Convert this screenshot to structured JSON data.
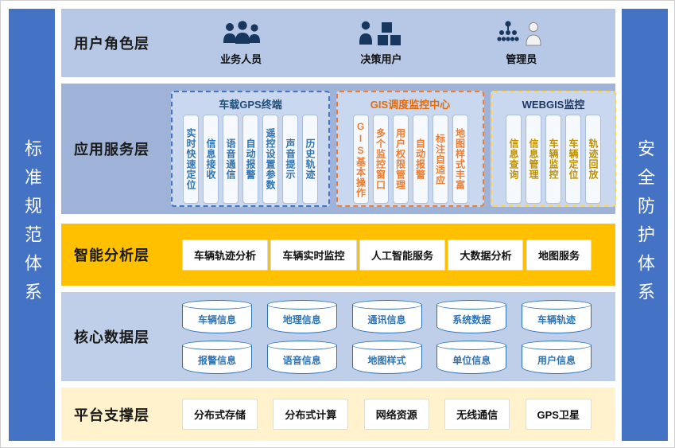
{
  "frame": {
    "left_sidebar": "标准规范体系",
    "right_sidebar": "安全防护体系",
    "sidebar_color": "#4472C4"
  },
  "layers": {
    "user_role": {
      "label": "用户角色层",
      "background": "#B7C8E6",
      "groups": [
        {
          "label": "业务人员",
          "icon": "business-users-icon"
        },
        {
          "label": "决策用户",
          "icon": "decision-user-icon"
        },
        {
          "label": "管理员",
          "icon": "admin-user-icon"
        }
      ]
    },
    "app_service": {
      "label": "应用服务层",
      "background": "#9FB3D9",
      "modules": [
        {
          "title": "车载GPS终端",
          "accent": "#1F4E79",
          "border": "#4472C4",
          "items": [
            "实时快速定位",
            "信息接收",
            "语音通信",
            "自动报警",
            "遥控设置参数",
            "声音提示",
            "历史轨迹"
          ]
        },
        {
          "title": "GIS调度监控中心",
          "accent": "#ED7D31",
          "border": "#ED7D31",
          "items": [
            "GIS基本操作",
            "多个监控窗口",
            "用户权限管理",
            "自动报警",
            "标注自适应",
            "地图样式丰富"
          ]
        },
        {
          "title": "WEBGIS监控",
          "accent": "#C09100",
          "border": "#FFD34D",
          "items": [
            "信息查询",
            "信息管理",
            "车辆监控",
            "车辆定位",
            "轨迹回放"
          ]
        }
      ]
    },
    "analysis": {
      "label": "智能分析层",
      "background": "#FFC000",
      "items": [
        "车辆轨迹分析",
        "车辆实时监控",
        "人工智能服务",
        "大数据分析",
        "地图服务"
      ]
    },
    "core_data": {
      "label": "核心数据层",
      "background": "#BFCFE9",
      "rows": [
        [
          "车辆信息",
          "地理信息",
          "通讯信息",
          "系统数据",
          "车辆轨迹"
        ],
        [
          "报警信息",
          "语音信息",
          "地图样式",
          "单位信息",
          "用户信息"
        ]
      ]
    },
    "platform": {
      "label": "平台支撑层",
      "background": "#FFF2CC",
      "items": [
        "分布式存储",
        "分布式计算",
        "网络资源",
        "无线通信",
        "GPS卫星"
      ]
    }
  }
}
